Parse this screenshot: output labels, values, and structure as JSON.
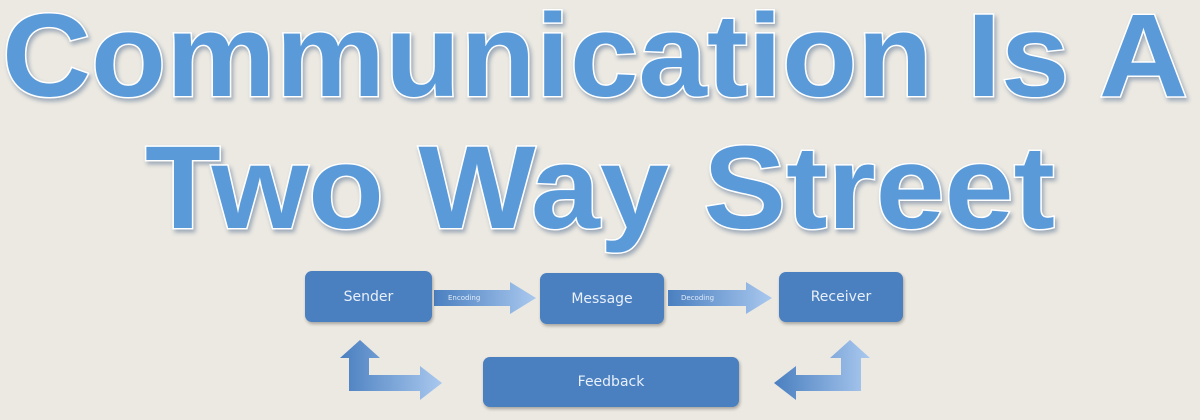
{
  "title": {
    "line1": "Communication Is A",
    "line2": "Two Way Street"
  },
  "diagram": {
    "nodes": {
      "sender": "Sender",
      "message": "Message",
      "receiver": "Receiver",
      "feedback": "Feedback"
    },
    "arrows": {
      "encoding": "Encoding",
      "decoding": "Decoding"
    }
  },
  "colors": {
    "background": "#ece9e2",
    "title": "#5a9ad8",
    "box": "#4a7fc0"
  }
}
